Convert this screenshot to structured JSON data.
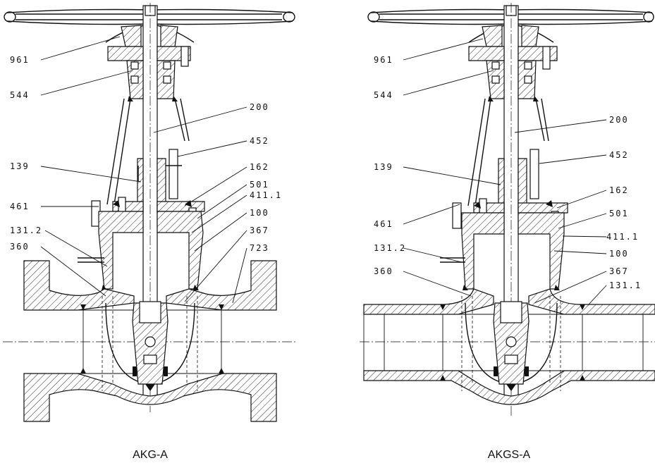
{
  "figures": [
    {
      "caption": "AKG-A",
      "end_type": "flanged",
      "callouts_left": [
        "961",
        "544",
        "139",
        "461",
        "131.2",
        "360"
      ],
      "callouts_right": [
        "200",
        "452",
        "162",
        "501",
        "411.1",
        "100",
        "367",
        "723"
      ]
    },
    {
      "caption": "AKGS-A",
      "end_type": "butt-weld",
      "callouts_left": [
        "961",
        "544",
        "139",
        "461",
        "131.2",
        "360"
      ],
      "callouts_right": [
        "200",
        "452",
        "162",
        "501",
        "411.1",
        "100",
        "367",
        "131.1"
      ]
    }
  ]
}
